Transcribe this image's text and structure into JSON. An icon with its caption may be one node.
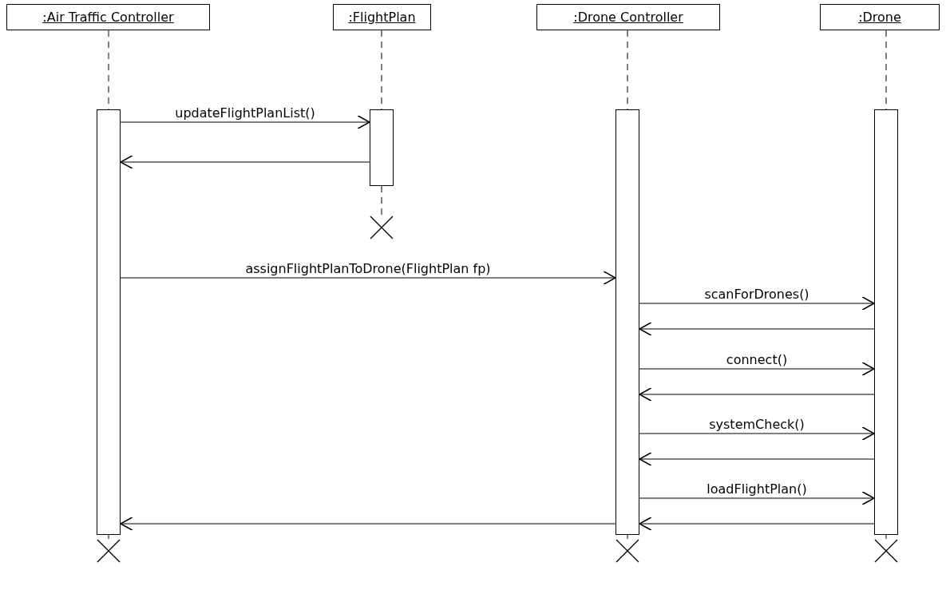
{
  "diagram": {
    "nodes": [
      {
        "text": [
          ":Air Traffic Controller"
        ]
      },
      {
        "text": [
          ":FlightPlan"
        ]
      },
      {
        "text": [
          ":Drone Controller"
        ]
      },
      {
        "text": [
          ":Drone"
        ]
      },
      {
        "text": [],
        "shape": "bar"
      },
      {
        "text": [],
        "shape": "bar"
      },
      {
        "text": [],
        "shape": "bar"
      },
      {
        "text": [],
        "shape": "bar"
      },
      {
        "text": [],
        "shape": "cross"
      },
      {
        "text": [],
        "shape": "cross"
      },
      {
        "text": [],
        "shape": "cross"
      },
      {
        "text": [],
        "shape": "cross"
      }
    ],
    "edges": [
      {
        "from": 0,
        "to": 4,
        "arrow": "none",
        "style": "dashed"
      },
      {
        "from": 1,
        "to": 5,
        "arrow": "none",
        "style": "dashed"
      },
      {
        "from": 2,
        "to": 6,
        "arrow": "none",
        "style": "dashed"
      },
      {
        "from": 3,
        "to": 7,
        "arrow": "none",
        "style": "dashed"
      },
      {
        "from": 4,
        "to": 5,
        "arrow": "to",
        "label": "updateFlightPlanList()"
      },
      {
        "from": 5,
        "to": 4,
        "arrow": "to"
      },
      {
        "from": 5,
        "to": 9,
        "arrow": "none",
        "style": "dashed"
      },
      {
        "from": 4,
        "to": 6,
        "arrow": "to",
        "label": "assignFlightPlanToDrone(FlightPlan fp)"
      },
      {
        "from": 6,
        "to": 7,
        "arrow": "to",
        "label": "scanForDrones()"
      },
      {
        "from": 7,
        "to": 6,
        "arrow": "to"
      },
      {
        "from": 6,
        "to": 7,
        "arrow": "to",
        "label": "connect()"
      },
      {
        "from": 7,
        "to": 6,
        "arrow": "to"
      },
      {
        "from": 6,
        "to": 7,
        "arrow": "to",
        "label": "systemCheck()"
      },
      {
        "from": 7,
        "to": 6,
        "arrow": "to"
      },
      {
        "from": 6,
        "to": 7,
        "arrow": "to",
        "label": "loadFlightPlan()"
      },
      {
        "from": 7,
        "to": 6,
        "arrow": "to"
      },
      {
        "from": 6,
        "to": 4,
        "arrow": "to"
      },
      {
        "from": 4,
        "to": 8,
        "arrow": "none",
        "style": "dashed"
      },
      {
        "from": 6,
        "to": 10,
        "arrow": "none",
        "style": "dashed"
      },
      {
        "from": 7,
        "to": 11,
        "arrow": "none",
        "style": "dashed"
      }
    ]
  }
}
